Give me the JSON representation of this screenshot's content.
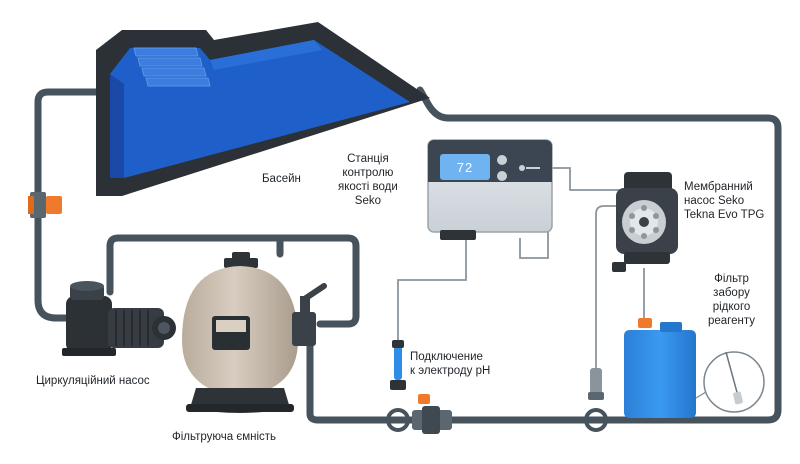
{
  "labels": {
    "pool": "Басейн",
    "station": [
      "Станція",
      "контролю",
      "якості води",
      "Seko"
    ],
    "pump_membrane": [
      "Мембранний",
      "насос Seko",
      "Tekna Evo TPG"
    ],
    "filter_reagent": [
      "Фільтр",
      "забору",
      "рідкого",
      "реагенту"
    ],
    "electrode": [
      "Подключение",
      "к электроду pH"
    ],
    "circ_pump": "Циркуляційний насос",
    "filter_tank": "Фільтруюча ємність"
  },
  "display": {
    "value": "72"
  },
  "colors": {
    "pipe": "#46525c",
    "pool_water": "#1f5fc9",
    "pool_deep": "#1a49a8",
    "pool_border": "#2b3136",
    "valve_orange": "#f07a2c",
    "tank_beige": "#cfc3b5",
    "canister_blue": "#2f8de8",
    "display_blue": "#6fb4f0"
  }
}
